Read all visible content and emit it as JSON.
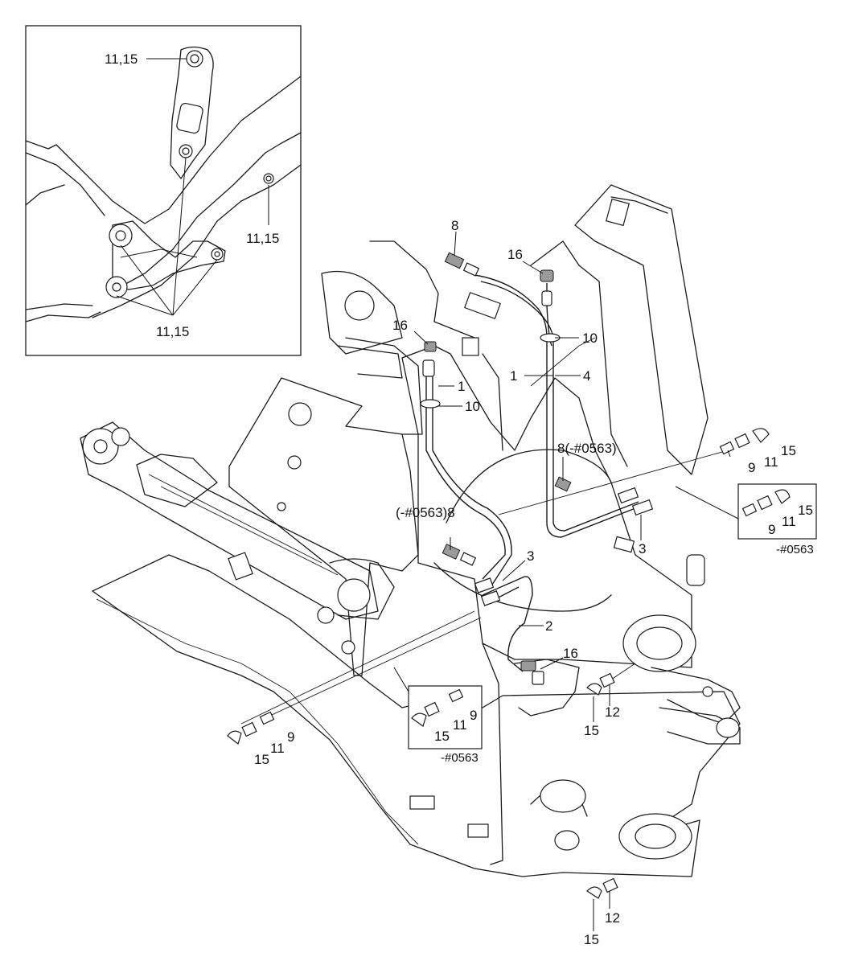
{
  "inset": {
    "callout_top": "11,15",
    "callout_right": "11,15",
    "callout_bottom": "11,15"
  },
  "callouts": {
    "c8_top": "8",
    "c16_top": "16",
    "c16_mid": "16",
    "c10_right": "10",
    "c1_right": "1",
    "c4": "4",
    "c1_left": "1",
    "c10_left": "10",
    "c8_prefix_right": "8(-#0563)",
    "c8_prefix_left": "(-#0563)8",
    "c3_right": "3",
    "c3_left": "3",
    "c2": "2",
    "c16_low": "16",
    "c9_right": "9",
    "c11_right": "11",
    "c15_right": "15",
    "c9_box_right": "9",
    "c11_box_right": "11",
    "c15_box_right": "15",
    "c9_left": "9",
    "c11_left": "11",
    "c15_left": "15",
    "c9_box_left": "9",
    "c11_box_left": "11",
    "c15_box_left": "15",
    "c12_mid": "12",
    "c15_mid": "15",
    "c12_bottom": "12",
    "c15_bottom": "15"
  },
  "serial_notes": {
    "right_box": "-#0563",
    "left_box": "-#0563"
  },
  "colors": {
    "line": "#1a1a1a",
    "background": "#ffffff"
  }
}
